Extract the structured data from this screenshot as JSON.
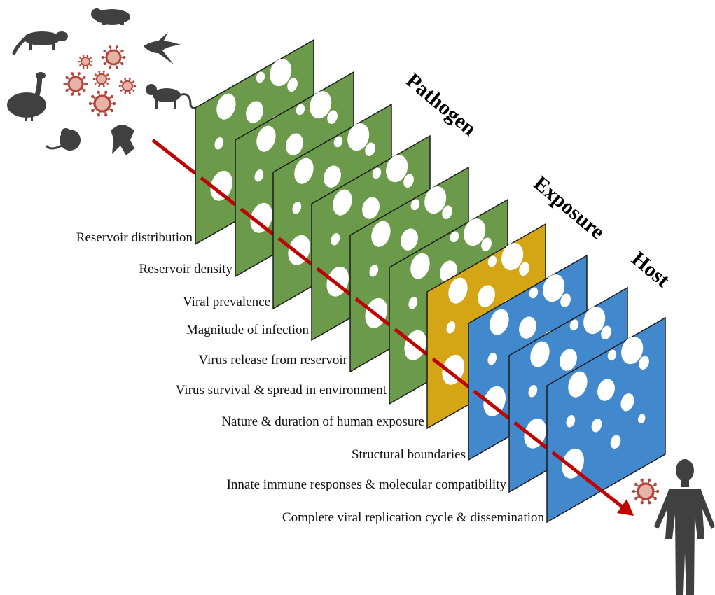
{
  "colors": {
    "pathogen": "#6a9a4a",
    "exposure": "#d4a514",
    "host": "#4288cc",
    "transmission_path": "#c00000",
    "virus": "#b5453c",
    "silhouette": "#404040"
  },
  "groups": [
    {
      "label": "Pathogen",
      "color_key": "pathogen"
    },
    {
      "label": "Exposure",
      "color_key": "exposure"
    },
    {
      "label": "Host",
      "color_key": "host"
    }
  ],
  "layers": [
    {
      "label": "Reservoir distribution",
      "group": "pathogen"
    },
    {
      "label": "Reservoir density",
      "group": "pathogen"
    },
    {
      "label": "Viral prevalence",
      "group": "pathogen"
    },
    {
      "label": "Magnitude of infection",
      "group": "pathogen"
    },
    {
      "label": "Virus release from reservoir",
      "group": "pathogen"
    },
    {
      "label": "Virus survival & spread in environment",
      "group": "pathogen"
    },
    {
      "label": "Nature & duration of human exposure",
      "group": "exposure"
    },
    {
      "label": "Structural boundaries",
      "group": "host"
    },
    {
      "label": "Innate immune responses & molecular compatibility",
      "group": "host"
    },
    {
      "label": "Complete viral replication cycle & dissemination",
      "group": "host"
    }
  ],
  "reservoir_icons": [
    "civet-icon",
    "rodent-icon",
    "swallow-icon",
    "goose-icon",
    "monkey-icon",
    "rat-icon",
    "bat-icon"
  ],
  "endpoint_icon": "human-icon"
}
